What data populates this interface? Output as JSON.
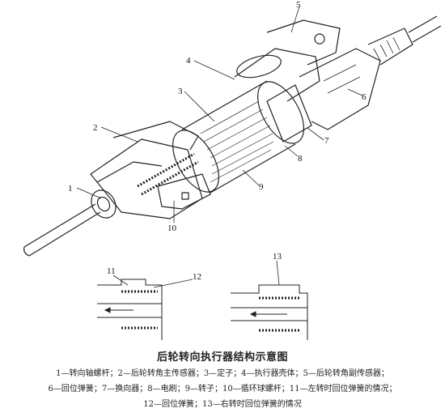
{
  "diagram": {
    "labels": [
      "1",
      "2",
      "3",
      "4",
      "5",
      "6",
      "7",
      "8",
      "9",
      "10",
      "11",
      "12",
      "13"
    ]
  },
  "caption": {
    "title": "后轮转向执行器结构示意图",
    "legend_line1": "1—转向轴螺杆；2—后轮转角主传感器；3—定子；4—执行器壳体；5—后轮转角副传感器；",
    "legend_line2": "6—回位弹簧；7—换向器；8—电刷；9—转子；10—循环球螺杆；11—左转时回位弹簧的情况；",
    "legend_line3": "12—回位弹簧；13—右转时回位弹簧的情况"
  }
}
